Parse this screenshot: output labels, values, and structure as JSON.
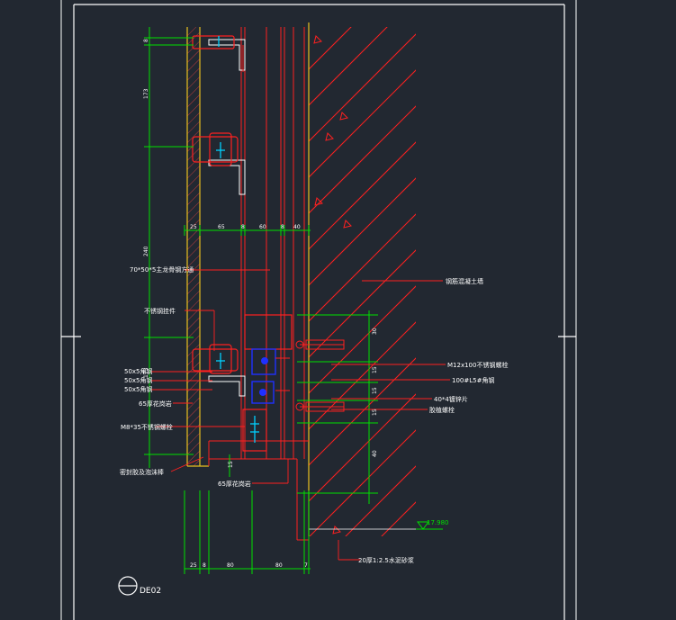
{
  "drawing": {
    "title": "DE02",
    "elevation": "17.980",
    "colors": {
      "background": "#222831",
      "frame": "#ffffff",
      "dim": "#00e000",
      "section": "#ff2020",
      "stone": "#e8c020",
      "bolt": "#2030ff",
      "cyan": "#00d0ff",
      "label": "#ffffff"
    }
  },
  "labels": {
    "concrete": "钢筋混凝土墙",
    "main_keel": "70*50*5主龙骨钢方通",
    "ss_hanger": "不锈钢挂件",
    "angle1": "50x5角钢",
    "angle2": "50x5角钢",
    "angle3": "50x5角钢",
    "granite_top": "65厚花岗岩",
    "ss_bolt_small": "M8*35不锈钢螺栓",
    "ss_bolt_large": "M12x100不锈钢螺栓",
    "channel": "100#L5#角钢",
    "backer": "40*4镀锌片",
    "anchor_bolt": "胶植螺栓",
    "sealant": "密封胶及泡沫棒",
    "granite_bottom": "65厚花岗岩",
    "screed": "20厚1:2.5水泥砂浆"
  },
  "dims": {
    "left_top": "8",
    "left_mid": "173",
    "left_big": "240",
    "left_low": "173",
    "mid_row": [
      "25",
      "65",
      "8",
      "60",
      "8",
      "40"
    ],
    "bot_row": [
      "25",
      "8",
      "80",
      "80",
      "7"
    ],
    "right": [
      "30",
      "15",
      "15",
      "15",
      "40"
    ],
    "small_v": "15"
  }
}
